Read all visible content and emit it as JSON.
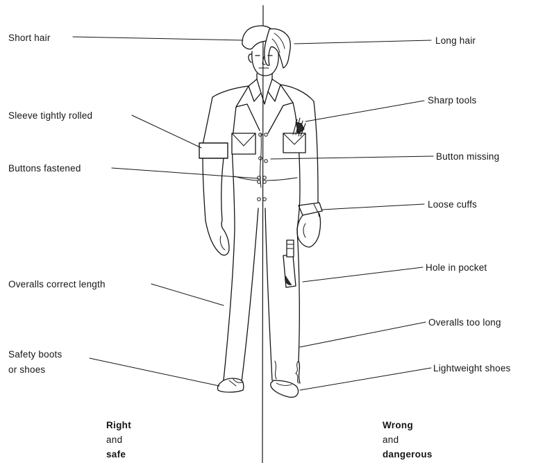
{
  "labels_left": {
    "short_hair": "Short hair",
    "sleeve_rolled": "Sleeve tightly rolled",
    "buttons_fastened": "Buttons fastened",
    "overalls_correct": "Overalls correct length",
    "safety_boots_1": "Safety boots",
    "safety_boots_2": "or shoes"
  },
  "labels_right": {
    "long_hair": "Long hair",
    "sharp_tools": "Sharp tools",
    "button_missing": "Button missing",
    "loose_cuffs": "Loose cuffs",
    "hole_in_pocket": "Hole in pocket",
    "overalls_too_long": "Overalls too long",
    "lightweight_shoes": "Lightweight shoes"
  },
  "captions": {
    "right": {
      "line1": "Right",
      "line2": "and",
      "line3": "safe"
    },
    "wrong": {
      "line1": "Wrong",
      "line2": "and",
      "line3": "dangerous"
    }
  },
  "colors": {
    "ink": "#141414",
    "paper": "#ffffff"
  }
}
